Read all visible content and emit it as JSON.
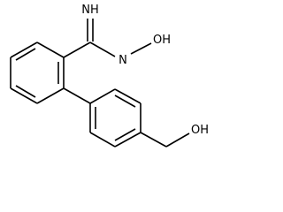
{
  "molecule": {
    "atoms": {
      "imine_nh": "NH",
      "hydroxy_n": "N",
      "hydroxy_oh": "OH",
      "methanol_oh": "OH"
    }
  }
}
